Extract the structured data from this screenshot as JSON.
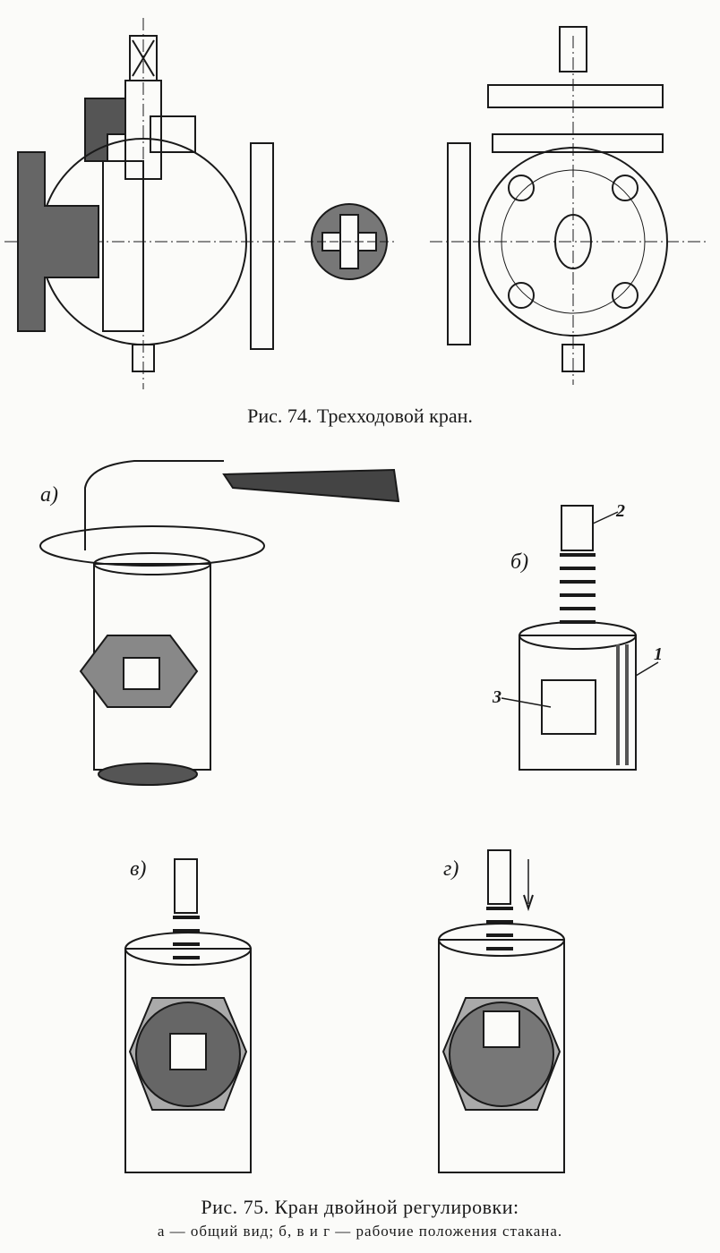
{
  "figure74": {
    "caption": "Рис. 74. Трехходовой кран."
  },
  "figure75": {
    "caption": "Рис. 75. Кран двойной регулировки:",
    "subcaption": "а — общий вид; б, в и г — рабочие положения стакана.",
    "panel_labels": {
      "a": "а)",
      "b": "б)",
      "v": "в)",
      "g": "г)"
    },
    "callouts": {
      "n1": "1",
      "n2": "2",
      "n3": "3"
    }
  }
}
